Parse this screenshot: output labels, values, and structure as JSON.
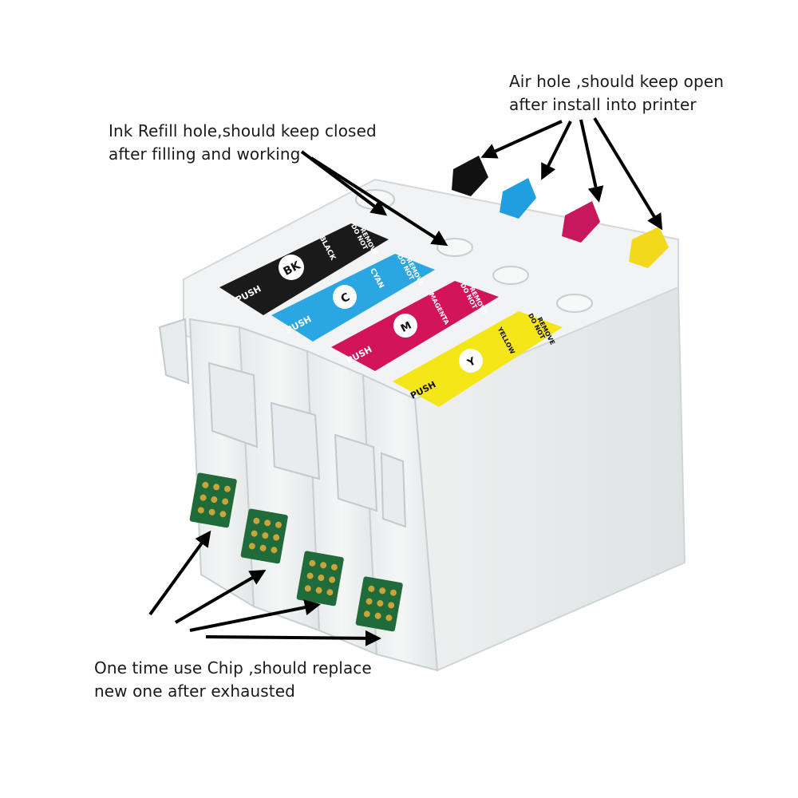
{
  "callouts": {
    "air_hole": {
      "line1": "Air hole ,should keep open",
      "line2": "after install into printer"
    },
    "refill_hole": {
      "line1": "Ink Refill hole,should keep closed",
      "line2": "after filling and working"
    },
    "chip": {
      "line1": "One time use Chip ,should replace",
      "line2": "new one after exhausted"
    }
  },
  "cartridges": [
    {
      "code": "BK",
      "name": "BLACK",
      "color": "#1a1a1a",
      "text_color": "#ffffff",
      "plug_color": "#111111"
    },
    {
      "code": "C",
      "name": "CYAN",
      "color": "#2aa6e3",
      "text_color": "#ffffff",
      "plug_color": "#1f9fe0"
    },
    {
      "code": "M",
      "name": "MAGENTA",
      "color": "#d4145a",
      "text_color": "#ffffff",
      "plug_color": "#c8175a"
    },
    {
      "code": "Y",
      "name": "YELLOW",
      "color": "#f5e617",
      "text_color": "#111111",
      "plug_color": "#f2d91c"
    }
  ],
  "label_texts": {
    "do_not": "DO NOT",
    "remove": "REMOVE",
    "push": "PUSH"
  },
  "colors": {
    "cartridge_body": "#eef1f2",
    "cartridge_edge": "#c9cfd2",
    "chip_board": "#1f6b3a",
    "chip_contact": "#c9a43a",
    "arrow": "#000000"
  }
}
